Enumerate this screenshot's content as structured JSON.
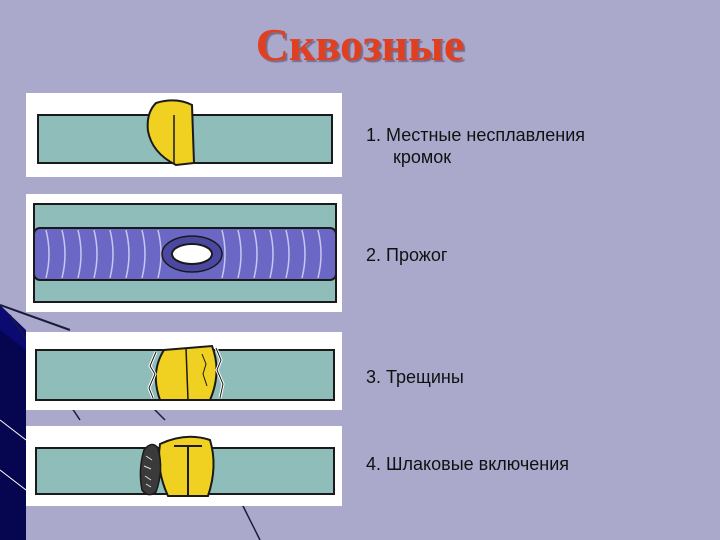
{
  "slide": {
    "title": "Сквозные",
    "items": [
      {
        "number": "1.",
        "line1": "Местные несплавления",
        "line2": "кромок"
      },
      {
        "number": "2.",
        "line1": "Прожог"
      },
      {
        "number": "3.",
        "line1": "Трещины"
      },
      {
        "number": "4.",
        "line1": "Шлаковые включения"
      }
    ]
  },
  "colors": {
    "background": "#aaa9cc",
    "title": "#e04020",
    "plate": "#8fbdb9",
    "weld": "#f0d020",
    "seam": "#6a68c4",
    "accent_bar": "#0a0a7a"
  },
  "icons": [
    "weld-lack-of-fusion-diagram",
    "weld-burn-through-diagram",
    "weld-crack-diagram",
    "weld-slag-inclusion-diagram"
  ]
}
